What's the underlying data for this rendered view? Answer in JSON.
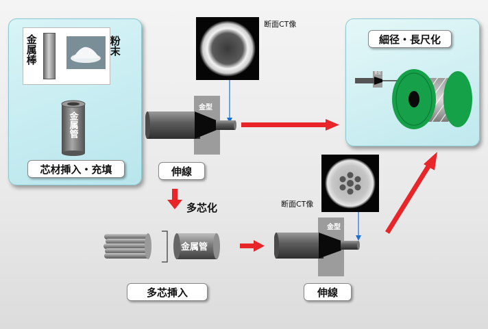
{
  "left_box": {
    "rod_label": "金属棒",
    "powder_label": "粉末",
    "tube_label": "金属管",
    "caption": "芯材挿入・充填"
  },
  "stage1": {
    "die_label": "金型",
    "ct_label": "断面CT像",
    "caption": "伸線"
  },
  "multi": {
    "arrow_label": "多芯化",
    "tube_label": "金属管",
    "caption": "多芯挿入"
  },
  "stage2": {
    "die_label": "金型",
    "ct_label": "断面CT像",
    "caption": "伸線"
  },
  "result": {
    "caption": "細径・長尺化",
    "tag": "金型"
  },
  "colors": {
    "arrow": "#e8262a",
    "box_cyan": "#c4ecf0",
    "reel_green": "#16a04a",
    "ct_line": "#1a6fd6"
  }
}
